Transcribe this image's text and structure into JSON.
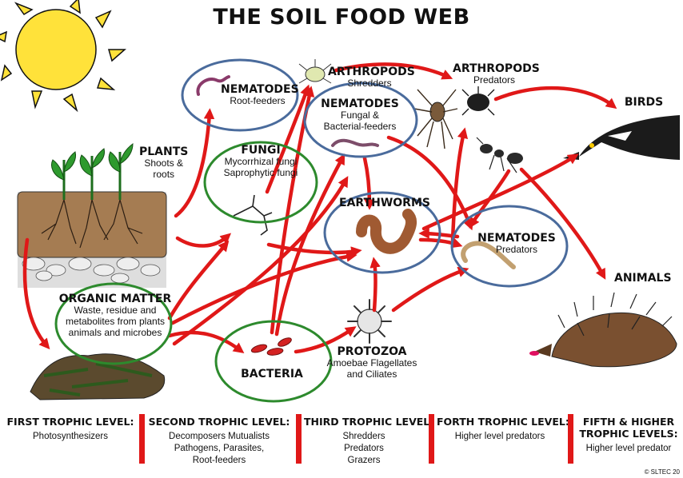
{
  "title": "THE SOIL FOOD WEB",
  "nodes": {
    "plants": {
      "name": "PLANTS",
      "sub": "Shoots &\nroots"
    },
    "organic_matter": {
      "name": "ORGANIC MATTER",
      "sub": "Waste, residue and\nmetabolites from plants\nanimals and microbes"
    },
    "bacteria": {
      "name": "BACTERIA"
    },
    "fungi": {
      "name": "FUNGI",
      "sub": "Mycorrhizal fungi\nSaprophytic fungi"
    },
    "nematodes_root": {
      "name": "NEMATODES",
      "sub": "Root-feeders"
    },
    "arthropods_shredders": {
      "name": "ARTHROPODS",
      "sub": "Shredders"
    },
    "nematodes_fungal": {
      "name": "NEMATODES",
      "sub": "Fungal &\nBacterial-feeders"
    },
    "earthworms": {
      "name": "EARTHWORMS"
    },
    "protozoa": {
      "name": "PROTOZOA",
      "sub": "Amoebae Flagellates\nand Ciliates"
    },
    "arthropods_predators": {
      "name": "ARTHROPODS",
      "sub": "Predators"
    },
    "nematodes_predators": {
      "name": "NEMATODES",
      "sub": "Predators"
    },
    "birds": {
      "name": "BIRDS"
    },
    "animals": {
      "name": "ANIMALS"
    }
  },
  "trophic_levels": [
    {
      "name": "FIRST TROPHIC LEVEL:",
      "desc": "Photosynthesizers"
    },
    {
      "name": "SECOND TROPHIC LEVEL:",
      "desc": "Decomposers Mutualists\nPathogens, Parasites,\nRoot-feeders"
    },
    {
      "name": "THIRD TROPHIC LEVEL:",
      "desc": "Shredders\nPredators\nGrazers"
    },
    {
      "name": "FORTH TROPHIC LEVEL:",
      "desc": "Higher level predators"
    },
    {
      "name": "FIFTH & HIGHER\nTROPHIC LEVELS:",
      "desc": "Higher level predator"
    }
  ],
  "copyright": "© SLTEC 20",
  "colors": {
    "arrow": "#e01818",
    "circle_blue": "#4a6b9c",
    "circle_green": "#2d8a2d",
    "sun": "#ffe23a",
    "soil": "#a57c52"
  }
}
